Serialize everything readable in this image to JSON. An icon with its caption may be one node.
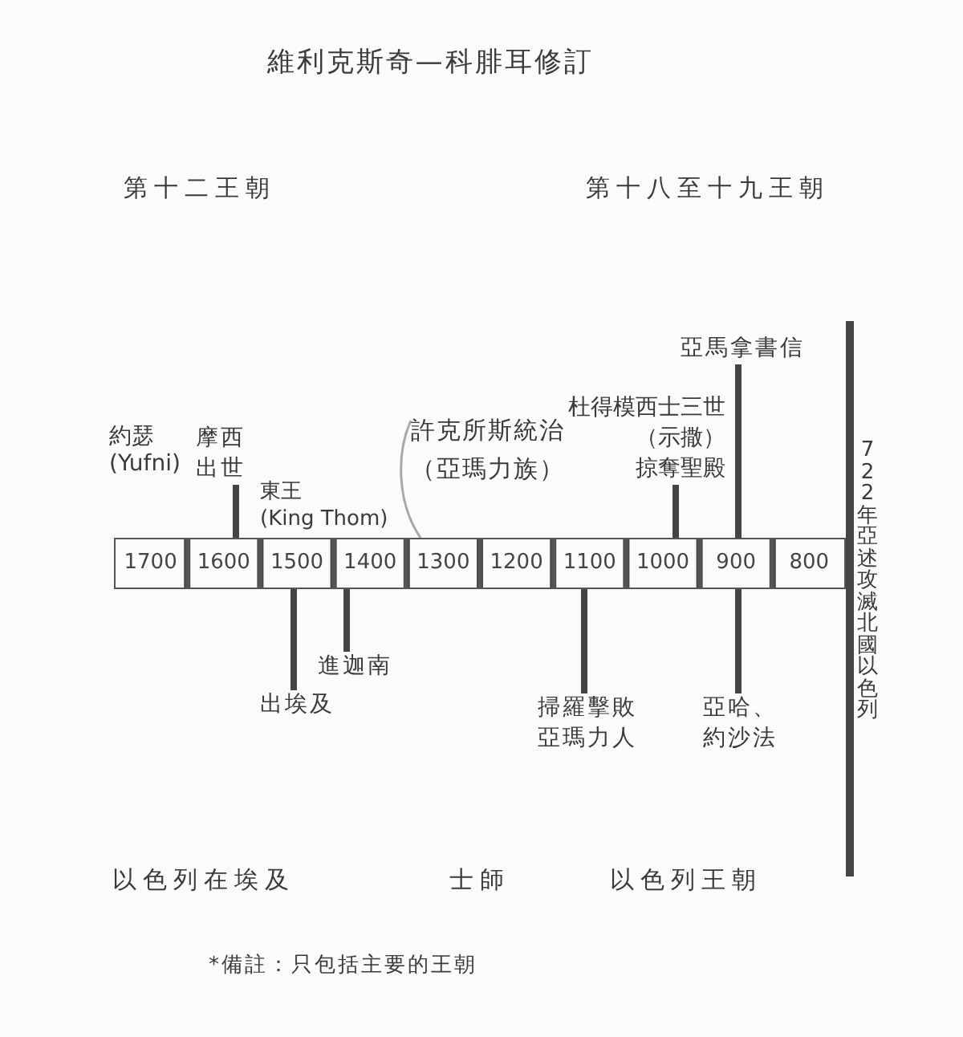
{
  "diagram": {
    "title": "維利克斯奇—科腓耳修訂",
    "nodes": [
      {
        "text": [
          "1700"
        ]
      },
      {
        "text": [
          "1600"
        ]
      },
      {
        "text": [
          "1500"
        ]
      },
      {
        "text": [
          "1400"
        ]
      },
      {
        "text": [
          "1300"
        ]
      },
      {
        "text": [
          "1200"
        ]
      },
      {
        "text": [
          "1100"
        ]
      },
      {
        "text": [
          "1000"
        ]
      },
      {
        "text": [
          "900"
        ]
      },
      {
        "text": [
          "800"
        ]
      },
      {
        "text": [
          "摩西出世"
        ]
      },
      {
        "text": [
          "許克所斯統治（亞瑪力族）"
        ]
      },
      {
        "text": [
          "杜得模西士三世（示撒）掠奪聖殿"
        ]
      },
      {
        "text": [
          "亞馬拿書信"
        ]
      },
      {
        "text": [
          "出埃及"
        ]
      },
      {
        "text": [
          "進迦南"
        ]
      },
      {
        "text": [
          "掃羅擊敗亞瑪力人"
        ]
      },
      {
        "text": [
          "亞哈、約沙法"
        ]
      }
    ],
    "edges": [
      {
        "from": 10,
        "to": 1,
        "arrow": "none"
      },
      {
        "from": 14,
        "to": 2,
        "arrow": "none"
      },
      {
        "from": 15,
        "to": 3,
        "arrow": "none"
      },
      {
        "from": 11,
        "to": 4,
        "arrow": "none",
        "color": "#a8a8a8"
      },
      {
        "from": 16,
        "to": 6,
        "arrow": "none"
      },
      {
        "from": 12,
        "to": 7,
        "arrow": "none"
      },
      {
        "from": 13,
        "to": 8,
        "arrow": "none"
      },
      {
        "from": 17,
        "to": 8,
        "arrow": "none"
      }
    ],
    "labels": [
      "第十二王朝",
      "第十八至十九王朝",
      "約瑟 (Yufni)",
      "東王 (King Thom)",
      "722年亞述攻滅北國以色列",
      "以色列在埃及",
      "士師",
      "以色列王朝",
      "*備註：只包括主要的王朝"
    ]
  }
}
